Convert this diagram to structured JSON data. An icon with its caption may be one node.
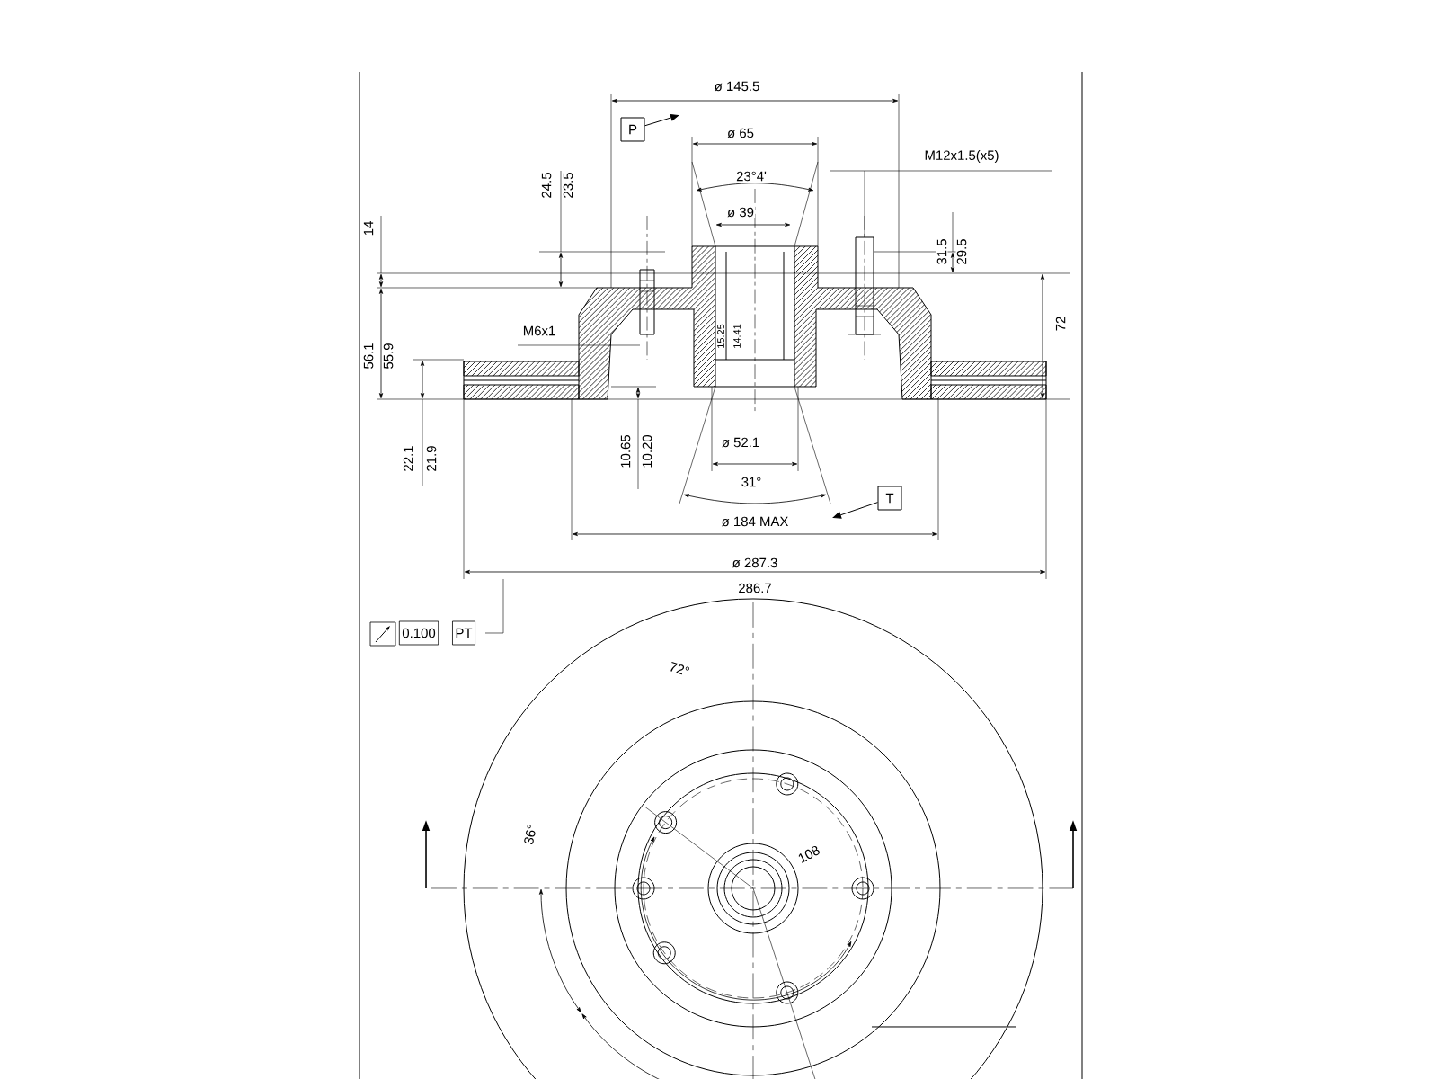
{
  "diagram": {
    "nodes": [
      {
        "text": [
          "P"
        ]
      },
      {
        "text": [
          "T"
        ]
      }
    ],
    "edges": [
      {
        "from": 0,
        "to": null,
        "arrow": "to"
      },
      {
        "from": 1,
        "to": null,
        "arrow": "to"
      }
    ],
    "labels": [
      "ø 145.5",
      "ø 65",
      "M12x1.5(x5)",
      "23°4'",
      "24.5",
      "23.5",
      "14",
      "ø 39",
      "31.5",
      "29.5",
      "72",
      "M6x1",
      "15.25",
      "14.41",
      "56.1",
      "55.9",
      "ø 52.1",
      "22.1",
      "21.9",
      "10.65",
      "10.20",
      "31°",
      "ø 184 MAX",
      "ø 287.3",
      "286.7",
      "0.100",
      "PT",
      "72°",
      "36°",
      "108"
    ]
  }
}
